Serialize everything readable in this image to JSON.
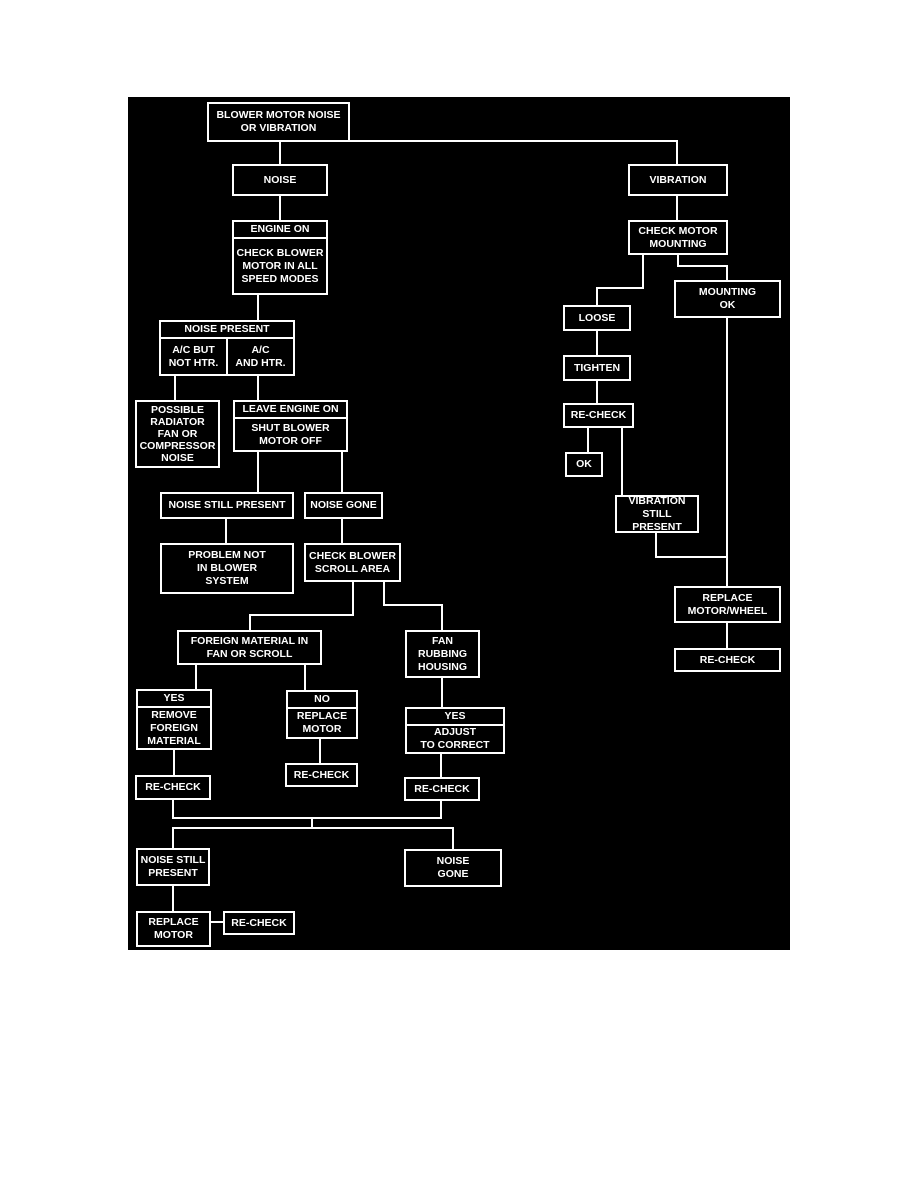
{
  "title": "BLOWER MOTOR NOISE\nOR VIBRATION",
  "noise_branch": {
    "noise": "NOISE",
    "engine_on": "ENGINE ON",
    "check_blower_modes": "CHECK BLOWER\nMOTOR IN ALL\nSPEED MODES",
    "noise_present": "NOISE PRESENT",
    "ac_not_htr": "A/C BUT\nNOT HTR.",
    "ac_and_htr": "A/C\nAND HTR.",
    "possible_radiator": "POSSIBLE\nRADIATOR\nFAN OR\nCOMPRESSOR\nNOISE",
    "leave_engine_on": "LEAVE ENGINE ON",
    "shut_blower": "SHUT BLOWER\nMOTOR OFF",
    "noise_still_present": "NOISE STILL PRESENT",
    "noise_gone": "NOISE GONE",
    "problem_not": "PROBLEM NOT\nIN BLOWER\nSYSTEM",
    "check_scroll": "CHECK BLOWER\nSCROLL AREA",
    "foreign_material": "FOREIGN MATERIAL IN\nFAN OR SCROLL",
    "fan_rubbing": "FAN\nRUBBING\nHOUSING",
    "yes1": "YES",
    "remove_foreign": "REMOVE\nFOREIGN\nMATERIAL",
    "no": "NO",
    "replace_motor1": "REPLACE\nMOTOR",
    "yes2": "YES",
    "adjust": "ADJUST\nTO CORRECT",
    "recheck1": "RE-CHECK",
    "recheck2": "RE-CHECK",
    "recheck3": "RE-CHECK",
    "noise_still_present2": "NOISE STILL\nPRESENT",
    "noise_gone2": "NOISE\nGONE",
    "replace_motor2": "REPLACE\nMOTOR",
    "recheck4": "RE-CHECK"
  },
  "vibration_branch": {
    "vibration": "VIBRATION",
    "check_mounting": "CHECK MOTOR\nMOUNTING",
    "loose": "LOOSE",
    "mounting_ok": "MOUNTING\nOK",
    "tighten": "TIGHTEN",
    "recheck": "RE-CHECK",
    "ok": "OK",
    "vibration_still": "VIBRATION\nSTILL PRESENT",
    "replace_motor_wheel": "REPLACE\nMOTOR/WHEEL",
    "recheck2": "RE-CHECK"
  }
}
